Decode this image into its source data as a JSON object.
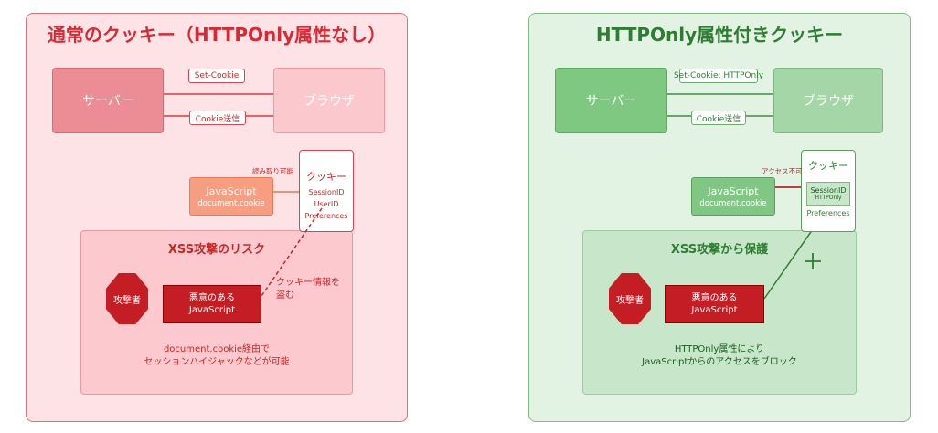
{
  "left": {
    "title": "通常のクッキー（HTTPOnly属性なし）",
    "server": "サーバー",
    "browser": "ブラウザ",
    "set_cookie_label": "Set-Cookie",
    "cookie_send_label": "Cookie送信",
    "readable_label": "読み取り可能",
    "js_box": {
      "line1": "JavaScript",
      "line2": "document.cookie"
    },
    "cookie_card": {
      "title": "クッキー",
      "items": [
        "SessionID",
        "UserID",
        "Preferences"
      ]
    },
    "xss_panel": {
      "title": "XSS攻撃のリスク",
      "attacker": "攻撃者",
      "malicious_js": {
        "line1": "悪意のある",
        "line2": "JavaScript"
      },
      "steal_label": {
        "line1": "クッキー情報を",
        "line2": "盗む"
      },
      "note": {
        "line1": "document.cookie経由で",
        "line2": "セッションハイジャックなどが可能"
      }
    }
  },
  "right": {
    "title": "HTTPOnly属性付きクッキー",
    "server": "サーバー",
    "browser": "ブラウザ",
    "set_cookie_label": "Set-Cookie; HTTPOnly",
    "cookie_send_label": "Cookie送信",
    "inaccessible_label": "アクセス不可",
    "js_box": {
      "line1": "JavaScript",
      "line2": "document.cookie"
    },
    "cookie_card": {
      "title": "クッキー",
      "protected_item": "SessionID",
      "protected_tag": "HTTPOnly",
      "items": [
        "Preferences"
      ]
    },
    "xss_panel": {
      "title": "XSS攻撃から保護",
      "attacker": "攻撃者",
      "malicious_js": {
        "line1": "悪意のある",
        "line2": "JavaScript"
      },
      "note": {
        "line1": "HTTPOnly属性により",
        "line2": "JavaScriptからのアクセスをブロック"
      }
    }
  }
}
